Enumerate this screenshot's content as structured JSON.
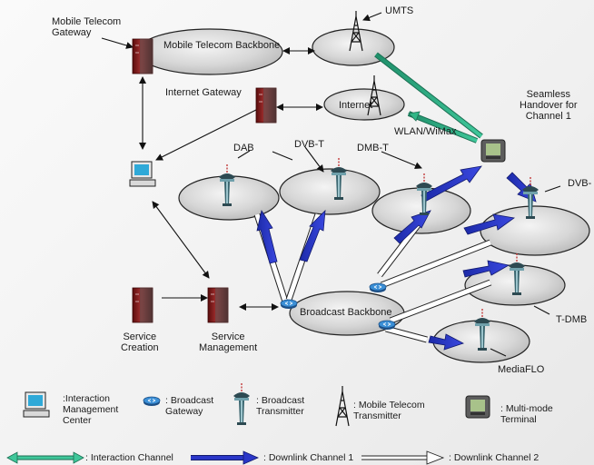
{
  "diagram": {
    "networks": {
      "mobile_backbone": "Mobile Telecom Backbone",
      "umts": "UMTS",
      "internet": "Internet",
      "wlan": "WLAN/WiMax",
      "dab": "DAB",
      "dvbt": "DVB-T",
      "dmbt": "DMB-T",
      "dvbh": "DVB-",
      "tdmb": "T-DMB",
      "mediaflo": "MediaFLO",
      "broadcast_backbone": "Broadcast Backbone"
    },
    "nodes": {
      "mobile_gateway": "Mobile Telecom\nGateway",
      "internet_gateway": "Internet Gateway",
      "service_creation": "Service\nCreation",
      "service_management": "Service\nManagement",
      "seamless_handover": "Seamless\nHandover for\nChannel 1"
    },
    "legend": {
      "interaction_center": ":Interaction\nManagement\nCenter",
      "broadcast_gateway": ": Broadcast\nGateway",
      "broadcast_transmitter": ": Broadcast\nTransmitter",
      "mobile_transmitter": ": Mobile Telecom\nTransmitter",
      "multimode_terminal": ": Multi-mode\nTerminal",
      "interaction_channel": ": Interaction Channel",
      "downlink_1": ": Downlink Channel 1",
      "downlink_2": ": Downlink Channel 2"
    },
    "colors": {
      "interaction": "#27a87a",
      "downlink_1": "#2a36c8",
      "downlink_2": "#ffffff",
      "cloud": "#d8d8d8",
      "server": "#8c1c1c"
    }
  }
}
